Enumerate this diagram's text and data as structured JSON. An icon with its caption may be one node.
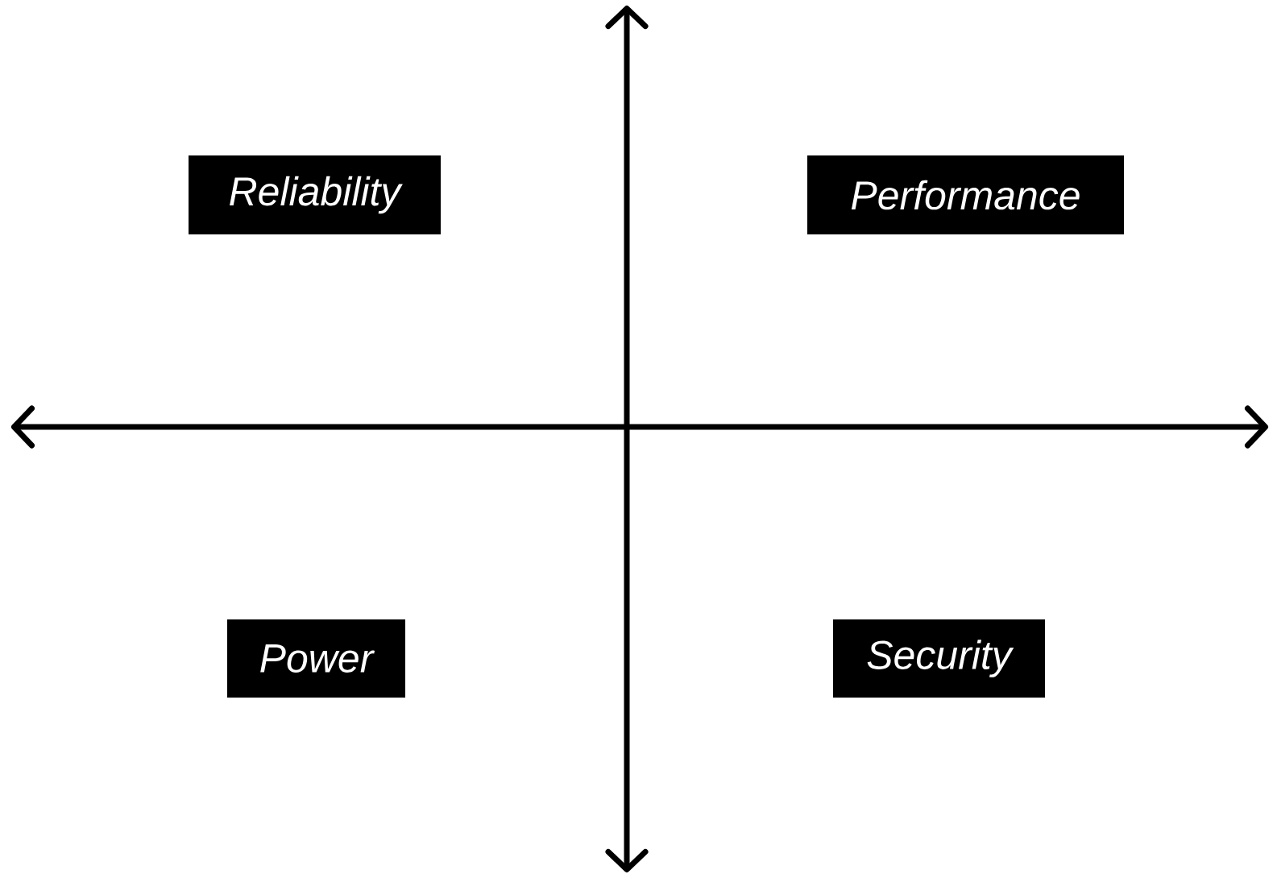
{
  "diagram": {
    "nodes": [
      {
        "text": [
          "Reliability"
        ]
      },
      {
        "text": [
          "Performance"
        ]
      },
      {
        "text": [
          "Power"
        ]
      },
      {
        "text": [
          "Security"
        ]
      }
    ]
  }
}
